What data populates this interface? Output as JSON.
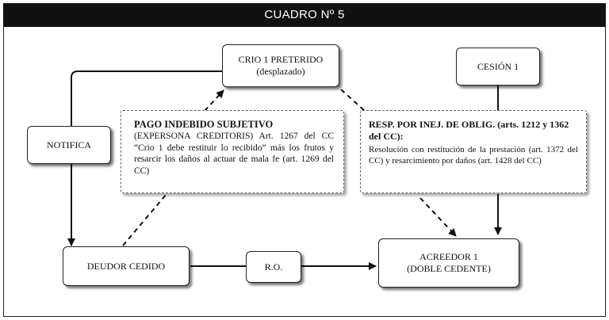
{
  "header": {
    "title": "CUADRO Nº 5"
  },
  "nodes": {
    "crio": {
      "line1": "CRIO 1 PRETERIDO",
      "line2": "(desplazado)"
    },
    "cesion": {
      "label": "CESIÓN 1"
    },
    "notifica": {
      "label": "NOTIFICA"
    },
    "pago": {
      "heading": "PAGO INDEBIDO SUBJETIVO",
      "body": "(EXPERSONA CREDITORIS) Art. 1267 del CC “Crio 1 debe restituir lo recibido” más los frutos y resarcir los daños al actuar de mala fe (art. 1269 del CC)"
    },
    "resp": {
      "heading": "RESP. POR INEJ. DE OBLIG. (arts. 1212 y 1362 del CC):",
      "body": "Resolución con restitución de la prestación (art. 1372 del CC) y resarcimiento por daños (art. 1428 del CC)"
    },
    "deudor": {
      "label": "DEUDOR CEDIDO"
    },
    "ro": {
      "label": "R.O."
    },
    "acreedor": {
      "line1": "ACREEDOR 1",
      "line2": "(DOBLE CEDENTE)"
    }
  }
}
